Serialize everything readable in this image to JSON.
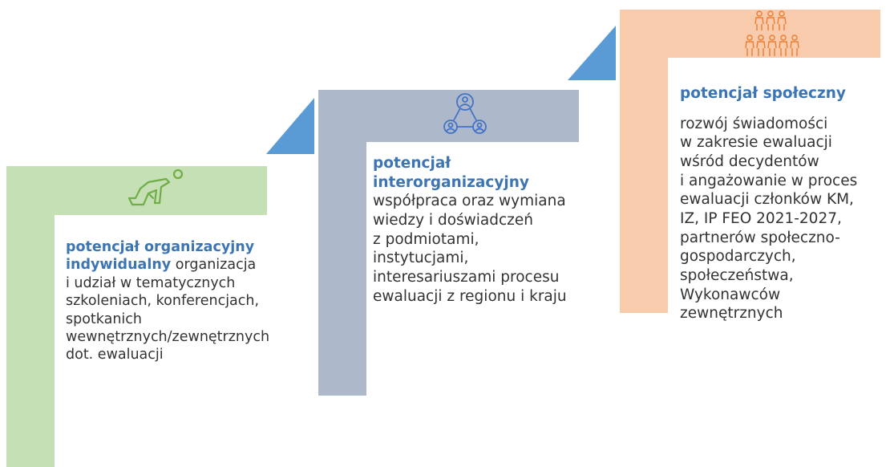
{
  "colors": {
    "green": "#c5e0b4",
    "blue_gray": "#adb9ca",
    "peach": "#f8cbad",
    "arrow": "#5b9bd5",
    "heading": "#3d75b3",
    "text": "#333333",
    "icon_green": "#70ad47",
    "icon_blue": "#4472c4",
    "icon_orange": "#ed7d31"
  },
  "steps": [
    {
      "heading_line1": "potencjał organizacyjny",
      "heading_line2": "indywidualny",
      "body_lines": [
        " organizacja",
        "i udział w tematycznych",
        "szkoleniach, konferencjach,",
        "spotkanich",
        "wewnętrznych/zewnętrznych",
        "dot. ewaluacji"
      ],
      "icon": "person-starting-block-icon"
    },
    {
      "heading_line1": "potencjał",
      "heading_line2": "interorganizacyjny",
      "body_lines": [
        "współpraca oraz wymiana",
        "wiedzy i doświadczeń",
        "z podmiotami,",
        "instytucjami,",
        "interesariuszami procesu",
        "ewaluacji z regionu i kraju"
      ],
      "icon": "network-people-icon"
    },
    {
      "heading_line1": "potencjał społeczny",
      "body_lines": [
        "rozwój świadomości",
        "w zakresie ewaluacji",
        "wśród decydentów",
        "i angażowanie w proces",
        "ewaluacji członków KM,",
        "IZ, IP FEO 2021-2027,",
        "partnerów społeczno-",
        "gospodarczych,",
        "społeczeństwa,",
        "Wykonawców",
        "zewnętrznych"
      ],
      "icon": "group-people-icon"
    }
  ]
}
